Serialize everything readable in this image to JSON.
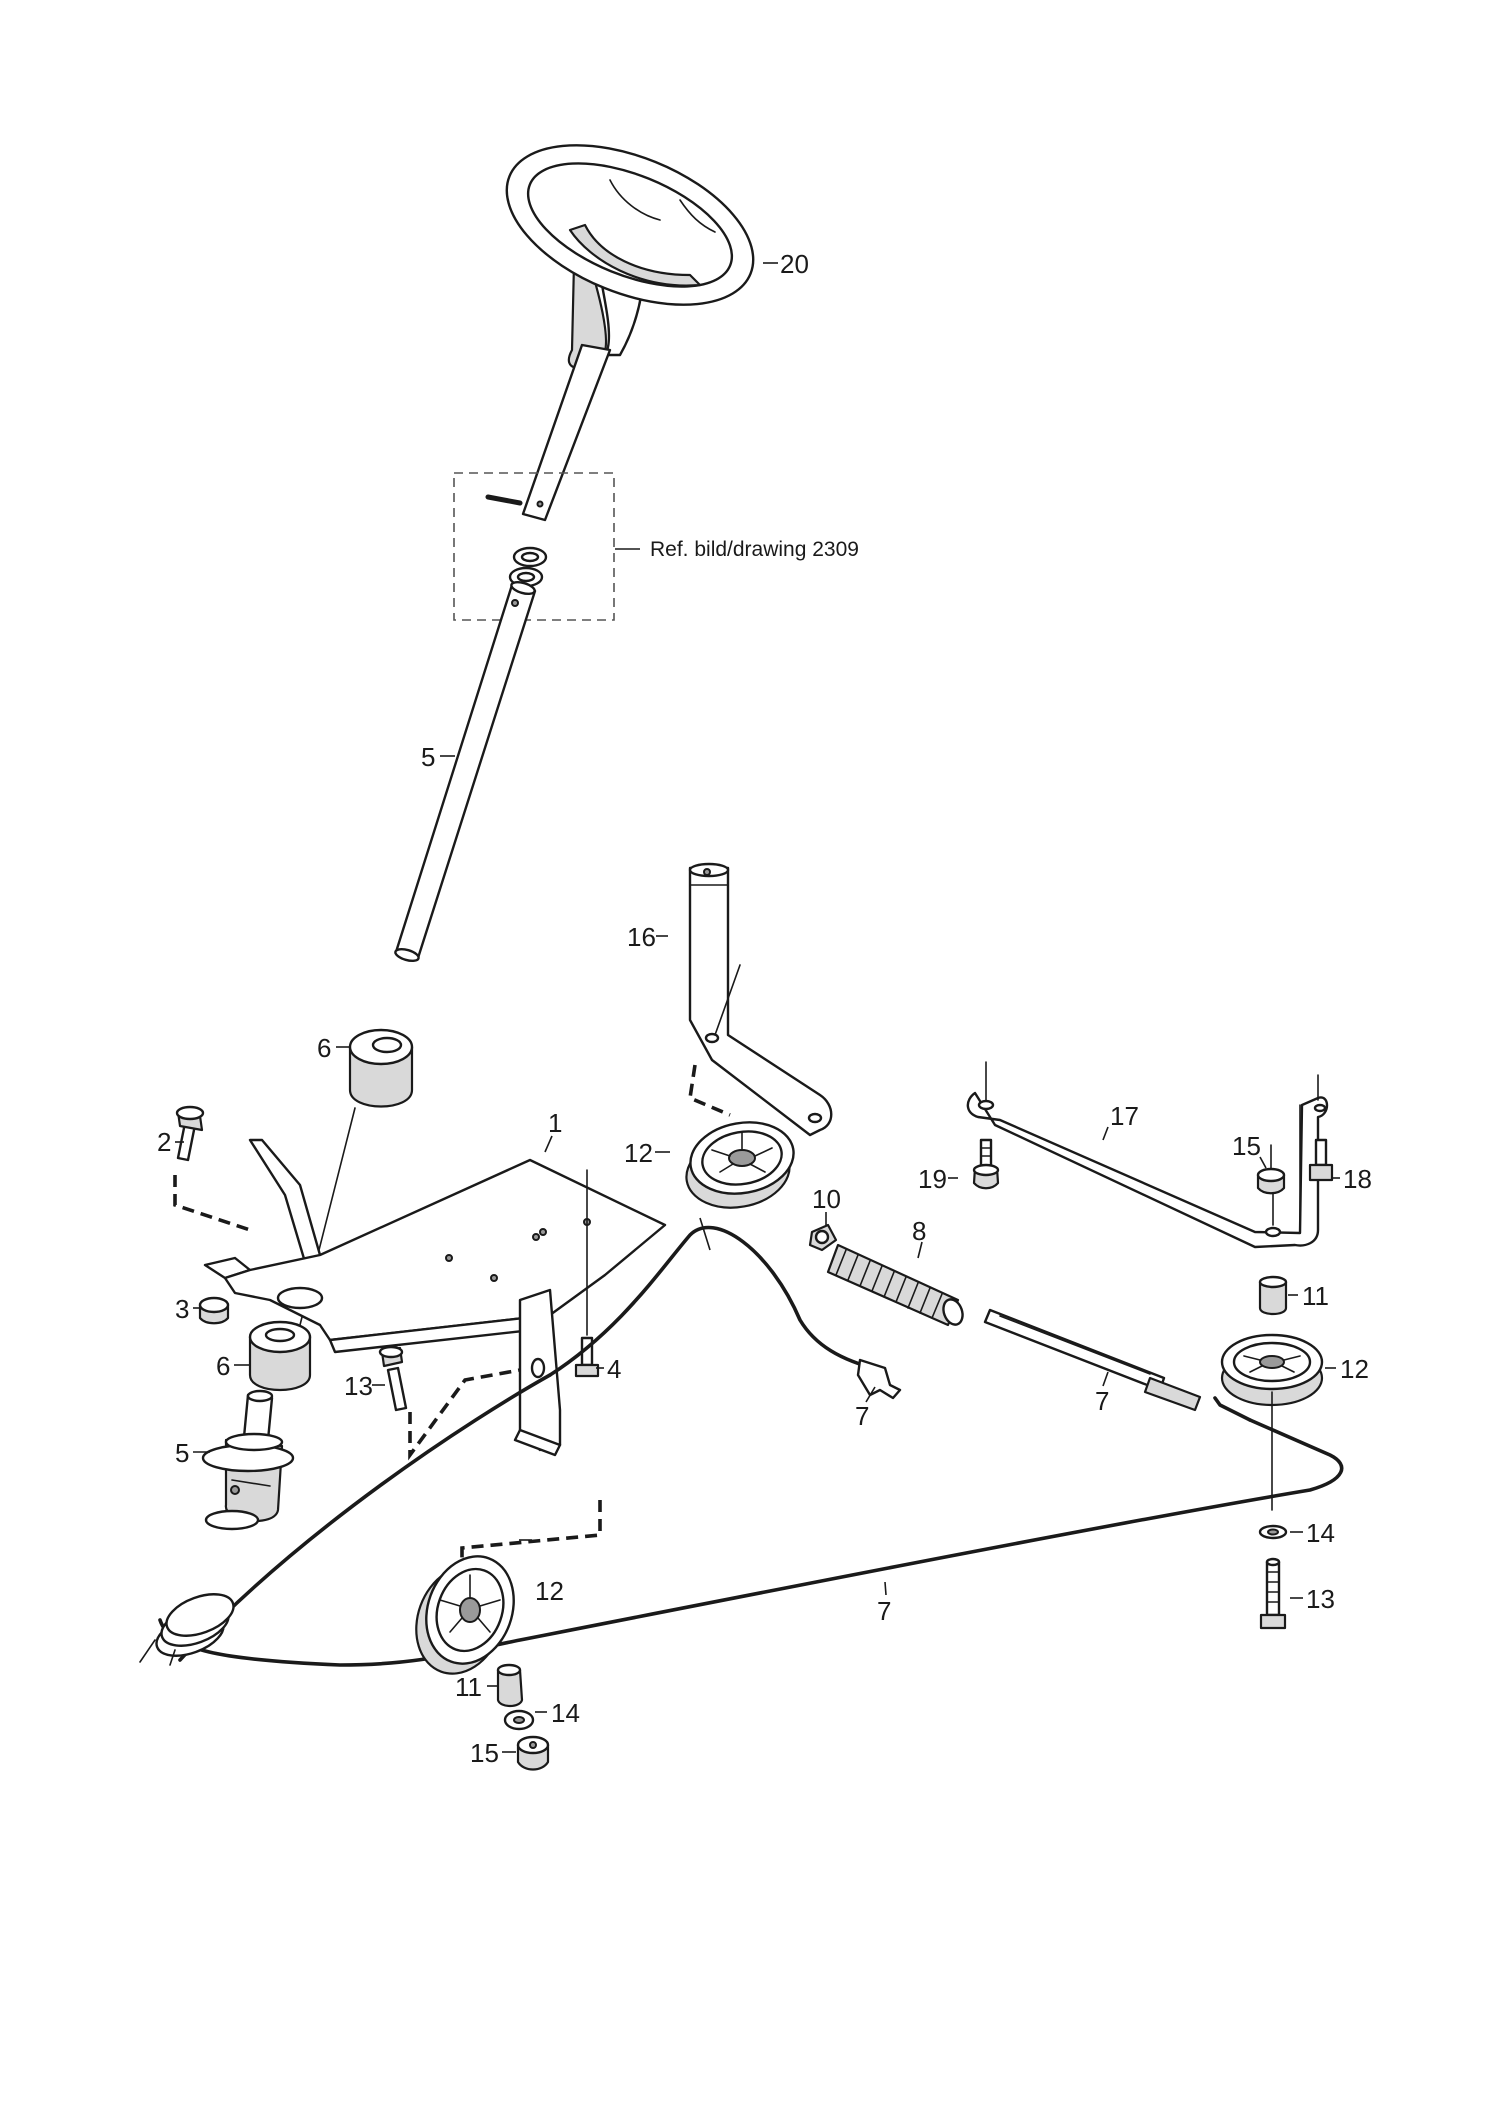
{
  "reference": "Ref. bild/drawing 2309",
  "callouts": {
    "c1": "1",
    "c2": "2",
    "c3": "3",
    "c4": "4",
    "c5a": "5",
    "c5b": "5",
    "c6a": "6",
    "c6b": "6",
    "c7a": "7",
    "c7b": "7",
    "c7c": "7",
    "c8": "8",
    "c10": "10",
    "c11a": "11",
    "c11b": "11",
    "c12a": "12",
    "c12b": "12",
    "c12c": "12",
    "c13a": "13",
    "c13b": "13",
    "c14a": "14",
    "c14b": "14",
    "c15a": "15",
    "c15b": "15",
    "c16": "16",
    "c17": "17",
    "c18": "18",
    "c19": "19",
    "c20": "20"
  }
}
